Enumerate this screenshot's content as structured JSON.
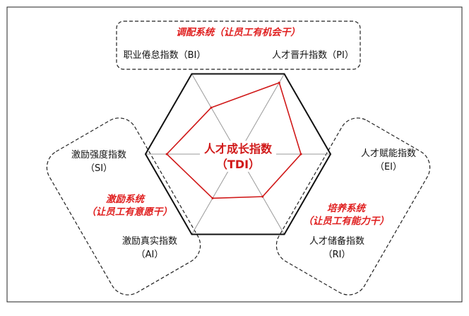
{
  "colors": {
    "accent": "#d01818",
    "outline": "#111111",
    "spoke": "#9a9a9a"
  },
  "center": {
    "line1": "人才成长指数",
    "line2": "（TDI）"
  },
  "systems": {
    "top": "调配系统（让员工有机会干）",
    "left_line1": "激励系统",
    "left_line2": "（让员工有意愿干）",
    "right_line1": "培养系统",
    "right_line2": "（让员工有能力干）"
  },
  "indices": {
    "bi": "职业倦怠指数（BI）",
    "pi": "人才晋升指数（PI）",
    "si_line1": "激励强度指数",
    "si_line2": "（SI）",
    "ei_line1": "人才赋能指数",
    "ei_line2": "（EI）",
    "ai_line1": "激励真实指数",
    "ai_line2": "（AI）",
    "ri_line1": "人才储备指数",
    "ri_line2": "（RI）"
  },
  "chart_data": {
    "type": "radar",
    "axes": [
      "BI",
      "PI",
      "EI",
      "RI",
      "AI",
      "SI"
    ],
    "max": 1.0,
    "values": [
      0.58,
      0.89,
      0.68,
      0.53,
      0.55,
      0.77
    ]
  }
}
